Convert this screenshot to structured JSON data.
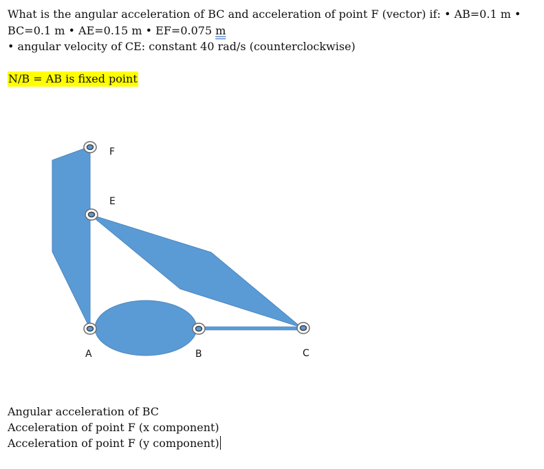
{
  "question": {
    "line1": "What is the angular acceleration of BC and acceleration of point F (vector) if: • AB=0.1 m  •",
    "line2_prefix": "BC=0.1 m  • AE=0.15 m  • EF=0.075 ",
    "line2_unit": "m",
    "line3": " • angular velocity of CE: constant 40 rad/s (counterclockwise)"
  },
  "note": "N/B = AB is fixed point",
  "diagram": {
    "labels": {
      "F": "F",
      "E": "E",
      "A": "A",
      "B": "B",
      "C": "C"
    },
    "colors": {
      "fill": "#5b9bd5",
      "edge": "#4a86c0",
      "pin_fill": "#ffffff",
      "pin_stroke": "#6b6b6b",
      "pin_dot": "#444444"
    }
  },
  "answers": [
    "Angular acceleration of BC",
    "Acceleration of point F (x component)",
    "Acceleration of point F (y component)"
  ]
}
